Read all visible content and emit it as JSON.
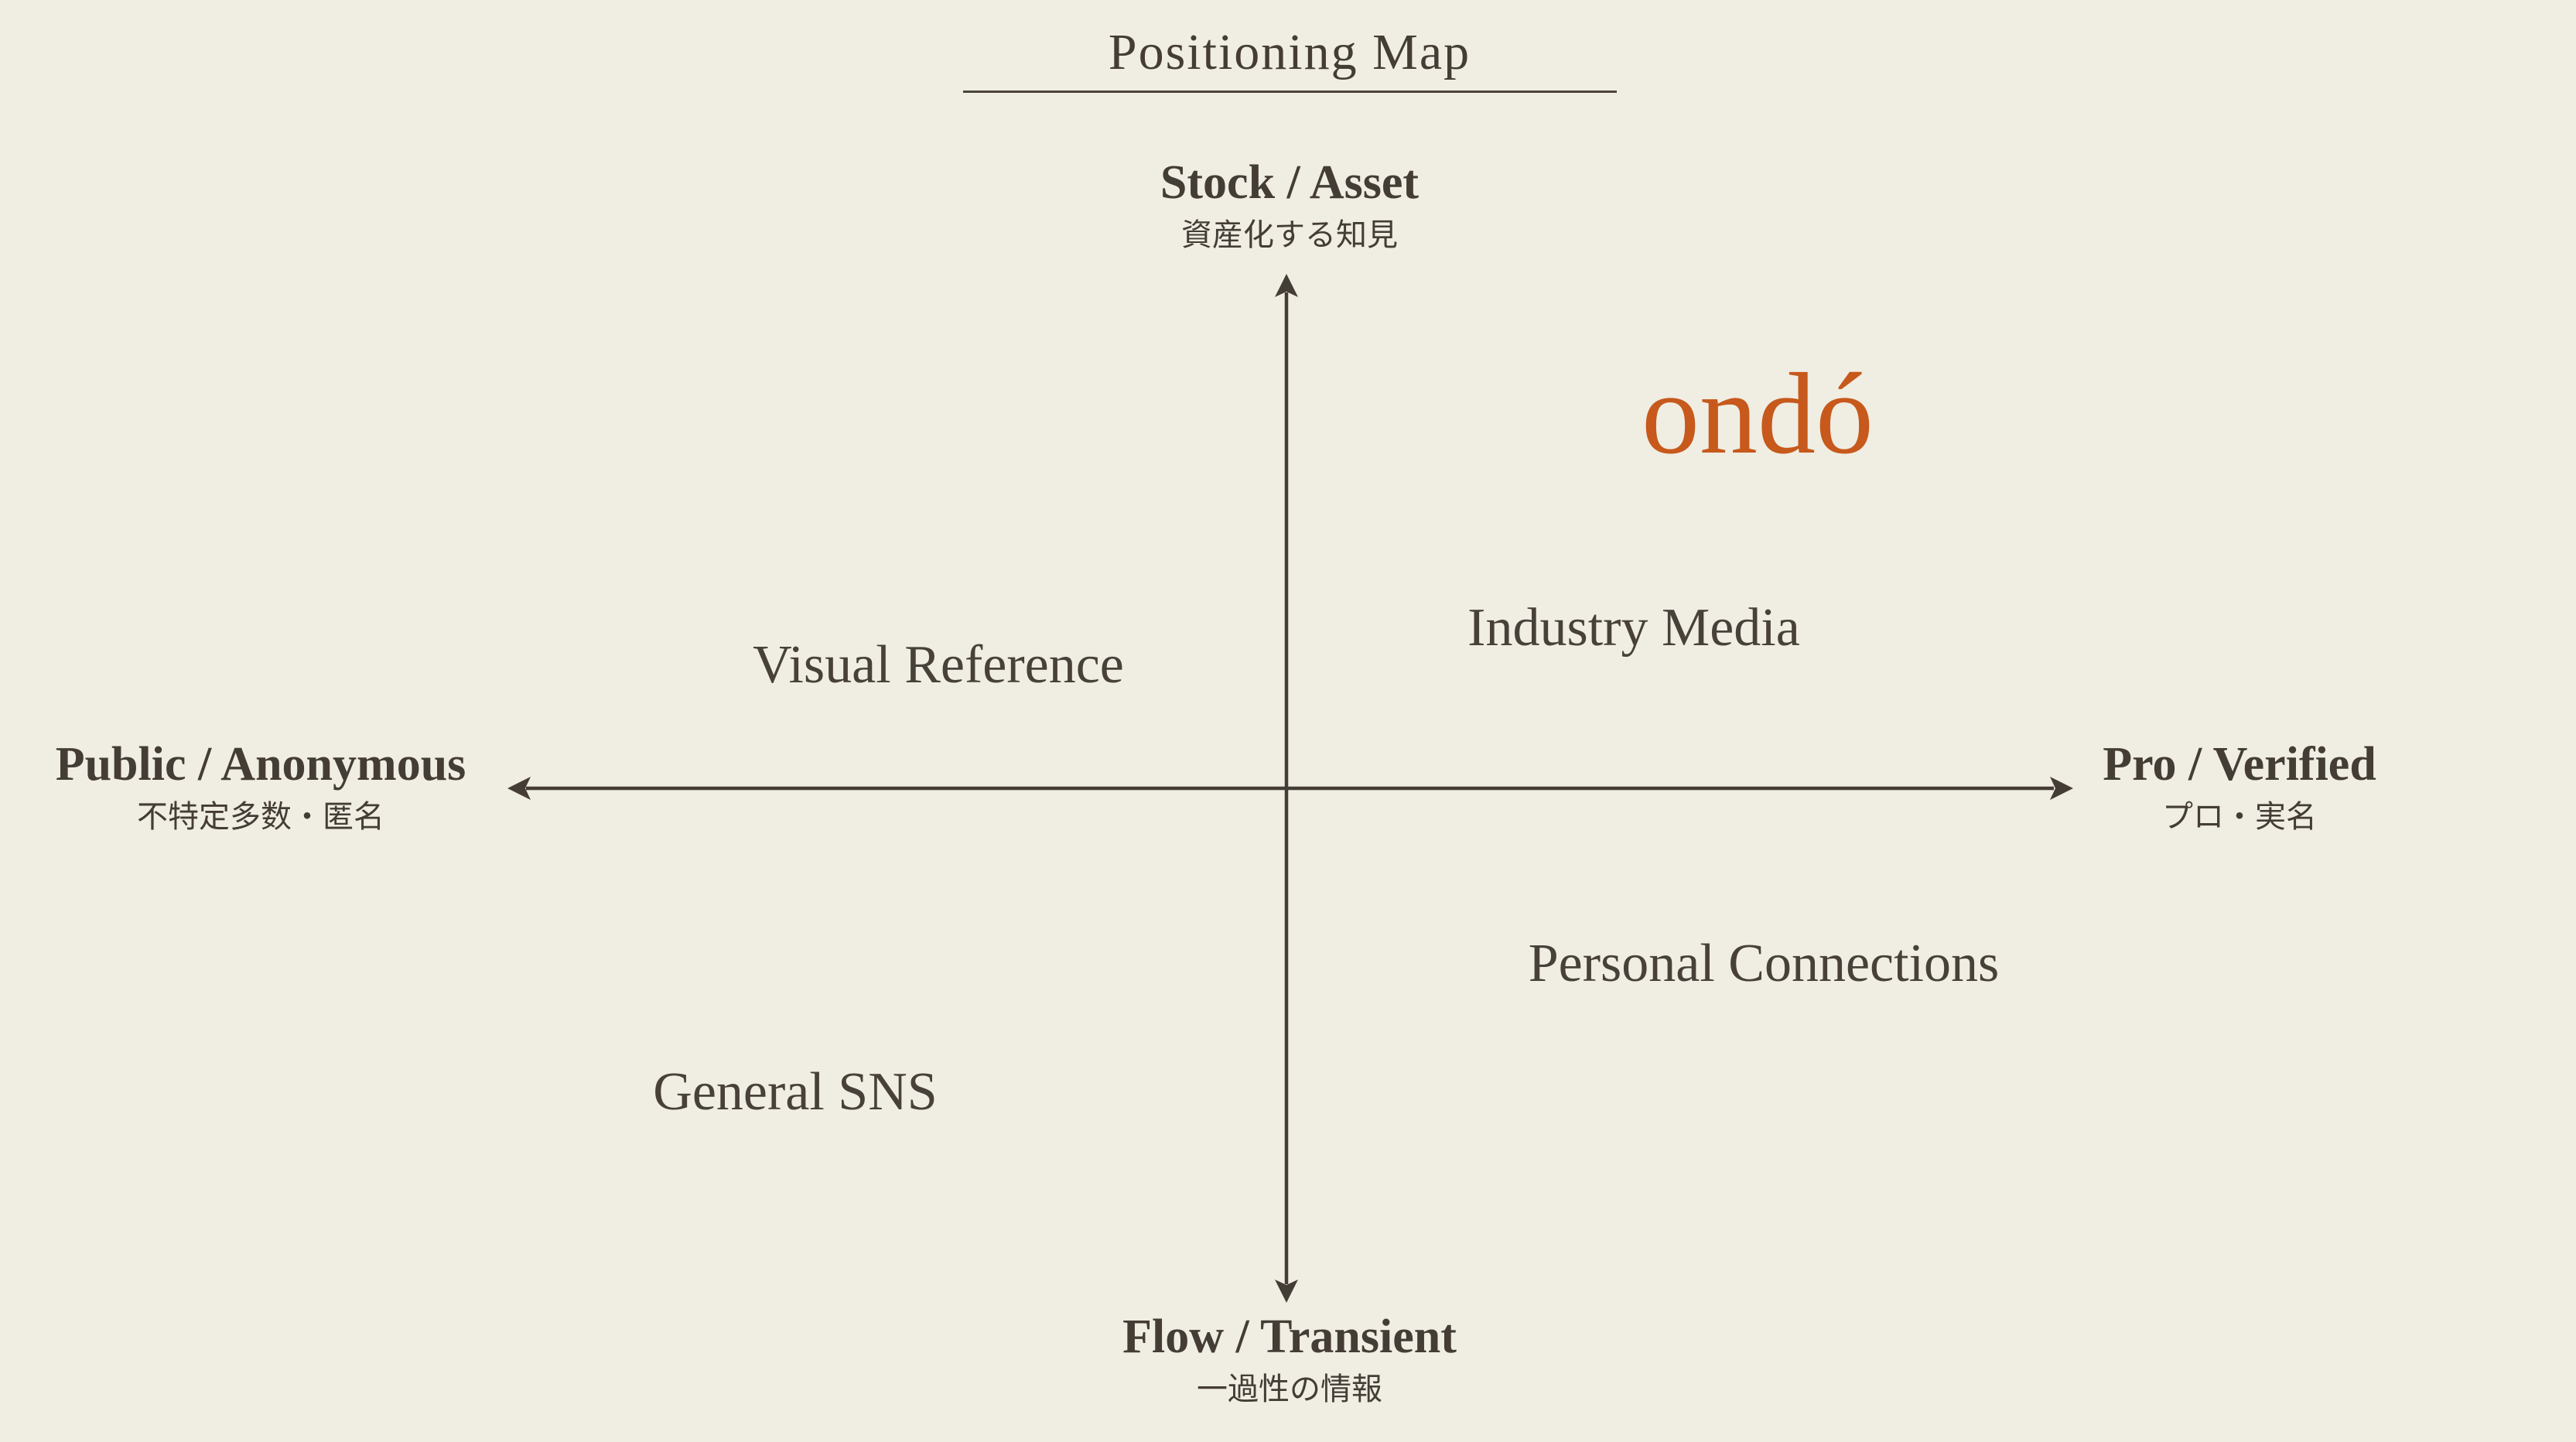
{
  "title": {
    "text": "Positioning Map"
  },
  "axes": {
    "top": {
      "label": "Stock / Asset",
      "sublabel": "資産化する知見"
    },
    "bottom": {
      "label": "Flow / Transient",
      "sublabel": "一過性の情報"
    },
    "left": {
      "label": "Public / Anonymous",
      "sublabel": "不特定多数・匿名"
    },
    "right": {
      "label": "Pro / Verified",
      "sublabel": "プロ・実名"
    }
  },
  "items": {
    "brand": {
      "label": "ondó",
      "quadrant": "top-right"
    },
    "visual_reference": {
      "label": "Visual Reference",
      "quadrant": "top-left"
    },
    "industry_media": {
      "label": "Industry Media",
      "quadrant": "top-right"
    },
    "personal_connections": {
      "label": "Personal Connections",
      "quadrant": "bottom-right"
    },
    "general_sns": {
      "label": "General SNS",
      "quadrant": "bottom-left"
    }
  },
  "colors": {
    "background": "#f0ede3",
    "ink": "#443d35",
    "accent": "#c6591b"
  }
}
